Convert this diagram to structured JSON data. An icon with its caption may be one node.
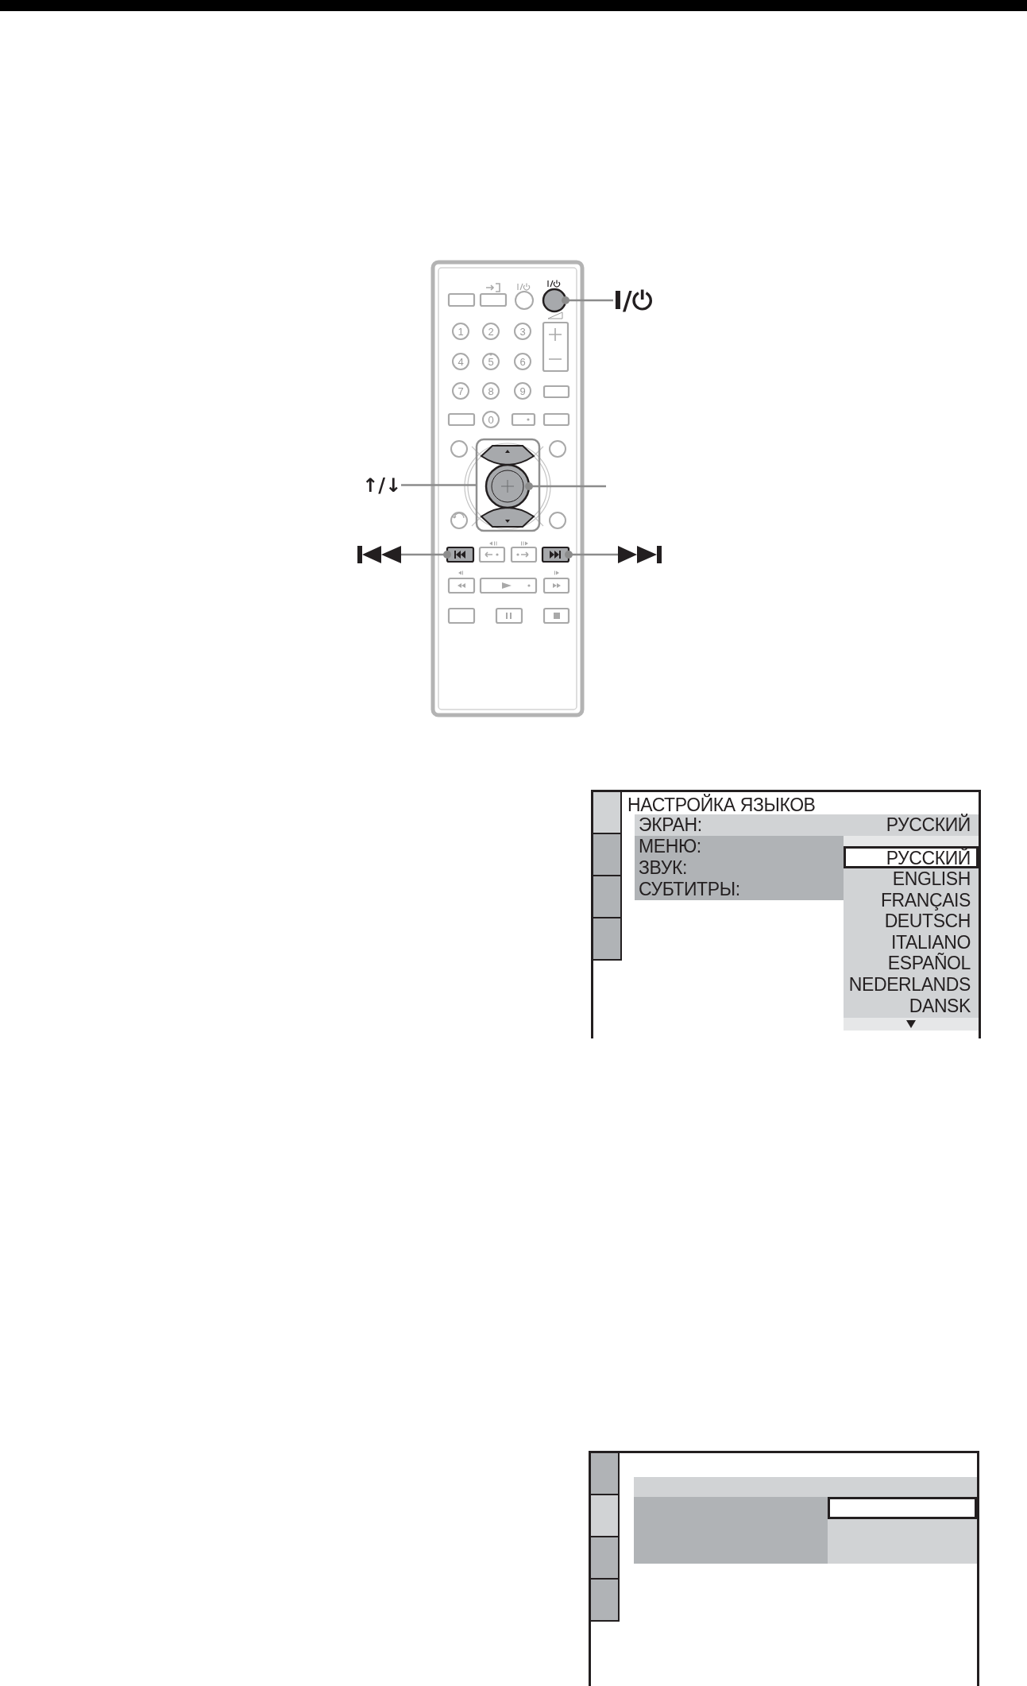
{
  "diagram": {
    "nodes": [
      {
        "text": [],
        "shape": "circle"
      },
      {
        "text": [
          "I/⏻"
        ]
      },
      {
        "text": [
          "↑/↓"
        ]
      },
      {
        "text": [],
        "shape": "box"
      },
      {
        "text": [],
        "shape": "circle",
        "in": 3
      },
      {
        "text": [],
        "shape": "picture"
      },
      {
        "text": [],
        "shape": "box"
      },
      {
        "text": [],
        "shape": "box"
      },
      {
        "text": [],
        "shape": "picture"
      }
    ],
    "edges": [
      {
        "from": 1,
        "to": 0,
        "arrow": "other"
      },
      {
        "from": 2,
        "to": 3,
        "arrow": "none"
      },
      {
        "from": null,
        "to": 4,
        "arrow": "other"
      },
      {
        "from": 5,
        "to": 6,
        "arrow": "other"
      },
      {
        "from": 8,
        "to": 7,
        "arrow": "other"
      }
    ],
    "labels": [
      "1",
      "2",
      "3",
      "4",
      "5",
      "6",
      "7",
      "8",
      "9",
      "0",
      "НАСТРОЙКА ЯЗЫКОВ",
      "ЭКРАН:",
      "РУССКИЙ",
      "МЕНЮ:",
      "ЗВУК:",
      "СУБТИТРЫ:",
      "РУССКИЙ",
      "ENGLISH",
      "FRANÇAIS",
      "DEUTSCH",
      "ITALIANO",
      "ESPAÑOL",
      "NEDERLANDS",
      "DANSK"
    ]
  }
}
